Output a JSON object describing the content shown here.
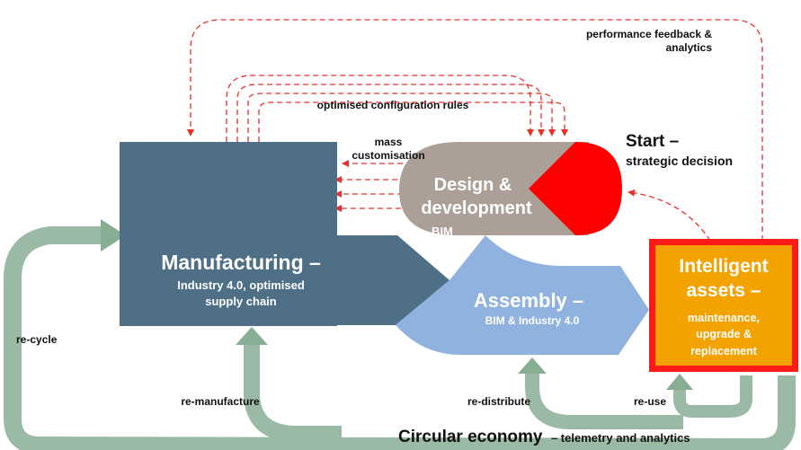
{
  "colors": {
    "manufacturing": "#4e6f86",
    "design": "#ab9f98",
    "start": "#ff0000",
    "assembly": "#8fb3de",
    "assets_fill": "#f2a300",
    "assets_border": "#ff1a1a",
    "loop": "#9bbaa5",
    "dashed": "#e8302a"
  },
  "nodes": {
    "manufacturing": {
      "title": "Manufacturing –",
      "line1": "Industry 4.0, optimised",
      "line2": "supply chain"
    },
    "design": {
      "line1": "Design &",
      "line2": "development",
      "sub": "- BIM"
    },
    "start": {
      "title": "Start –",
      "sub": "strategic decision"
    },
    "assembly": {
      "title": "Assembly –",
      "sub": "BIM & Industry 4.0"
    },
    "assets": {
      "line1": "Intelligent",
      "line2": "assets –",
      "sub1": "maintenance,",
      "sub2": "upgrade &",
      "sub3": "replacement"
    }
  },
  "labels": {
    "feedback1": "performance feedback &",
    "feedback2": "analytics",
    "config_rules": "optimised configuration rules",
    "mass1": "mass",
    "mass2": "customisation",
    "recycle": "re-cycle",
    "remanufacture": "re-manufacture",
    "redistribute": "re-distribute",
    "reuse": "re-use",
    "circular_main": "Circular economy",
    "circular_sub": "– telemetry and analytics"
  }
}
